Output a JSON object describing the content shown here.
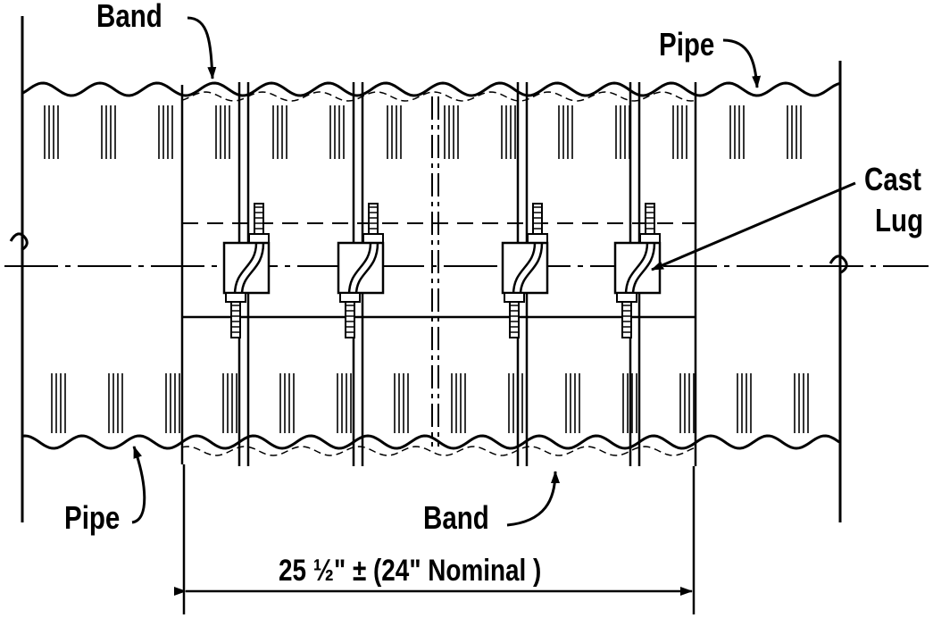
{
  "labels": {
    "band_top": "Band",
    "pipe_top": "Pipe",
    "cast": "Cast",
    "lug": "Lug",
    "pipe_bottom": "Pipe",
    "band_bottom": "Band"
  },
  "dimension": {
    "text": "25 ½\" ± (24\" Nominal )"
  },
  "colors": {
    "ink": "#000000",
    "paper": "#ffffff"
  }
}
